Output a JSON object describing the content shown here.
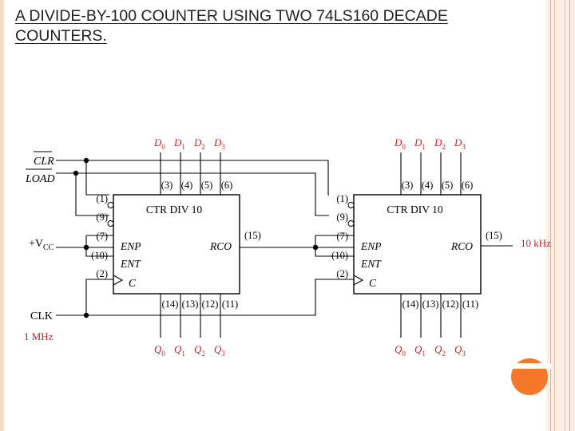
{
  "slide": {
    "title": "A DIVIDE-BY-100 COUNTER USING TWO 74LS160 DECADE COUNTERS.",
    "accent_color": "#f4772a",
    "label_color": "#c8202a"
  },
  "circuit": {
    "inputs": {
      "clr_bar": "CLR",
      "load_bar": "LOAD",
      "vcc_prefix": "+V",
      "vcc_sub": "CC",
      "clk": "CLK",
      "clk_freq": "1 MHz"
    },
    "output_freq": "10 kHz",
    "counters": [
      {
        "label": "CTR DIV 10",
        "left_pins": [
          "(1)",
          "(9)",
          "(7)",
          "(10)",
          "(2)"
        ],
        "inner_labels": {
          "enp": "ENP",
          "ent": "ENT",
          "c": "C",
          "rco": "RCO"
        },
        "rco_pin": "(15)",
        "data_pins": [
          "(3)",
          "(4)",
          "(5)",
          "(6)"
        ],
        "q_pins": [
          "(14)",
          "(13)",
          "(12)",
          "(11)"
        ],
        "data_labels": [
          {
            "main": "D",
            "sub": "0"
          },
          {
            "main": "D",
            "sub": "1"
          },
          {
            "main": "D",
            "sub": "2"
          },
          {
            "main": "D",
            "sub": "3"
          }
        ],
        "q_labels": [
          {
            "main": "Q",
            "sub": "0"
          },
          {
            "main": "Q",
            "sub": "1"
          },
          {
            "main": "Q",
            "sub": "2"
          },
          {
            "main": "Q",
            "sub": "3"
          }
        ]
      },
      {
        "label": "CTR DIV 10",
        "left_pins": [
          "(1)",
          "(9)",
          "(7)",
          "(10)",
          "(2)"
        ],
        "inner_labels": {
          "enp": "ENP",
          "ent": "ENT",
          "c": "C",
          "rco": "RCO"
        },
        "rco_pin": "(15)",
        "data_pins": [
          "(3)",
          "(4)",
          "(5)",
          "(6)"
        ],
        "q_pins": [
          "(14)",
          "(13)",
          "(12)",
          "(11)"
        ],
        "data_labels": [
          {
            "main": "D",
            "sub": "0"
          },
          {
            "main": "D",
            "sub": "1"
          },
          {
            "main": "D",
            "sub": "2"
          },
          {
            "main": "D",
            "sub": "3"
          }
        ],
        "q_labels": [
          {
            "main": "Q",
            "sub": "0"
          },
          {
            "main": "Q",
            "sub": "1"
          },
          {
            "main": "Q",
            "sub": "2"
          },
          {
            "main": "Q",
            "sub": "3"
          }
        ]
      }
    ]
  }
}
